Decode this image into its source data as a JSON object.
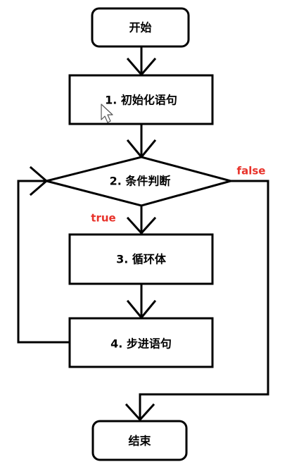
{
  "nodes": {
    "start": "开始",
    "init": "1. 初始化语句",
    "condition": "2. 条件判断",
    "body": "3. 循环体",
    "step": "4. 步进语句",
    "end": "结束"
  },
  "edge_labels": {
    "true": "true",
    "false": "false"
  },
  "colors": {
    "line": "#000000",
    "label": "#e8322a"
  }
}
